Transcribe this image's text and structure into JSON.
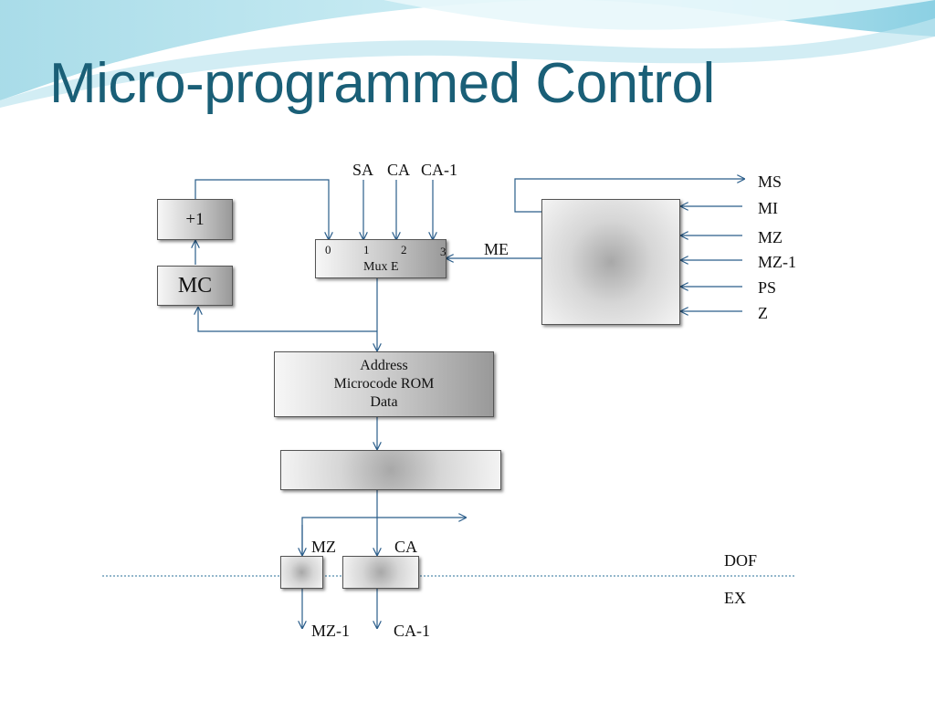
{
  "slide": {
    "title": "Micro-programmed Control"
  },
  "diagram": {
    "inc_box": "+1",
    "mc_box": "MC",
    "mux": {
      "inputs": [
        "0",
        "1",
        "2",
        "3"
      ],
      "label": "Mux E",
      "select": "ME"
    },
    "mux_top_inputs": [
      "SA",
      "CA",
      "CA-1"
    ],
    "rom": {
      "line1": "Address",
      "line2": "Microcode ROM",
      "line3": "Data"
    },
    "right_signals": [
      "MS",
      "MI",
      "MZ",
      "MZ-1",
      "PS",
      "Z"
    ],
    "mz_in": "MZ",
    "ca_in": "CA",
    "mz_out": "MZ-1",
    "ca_out": "CA-1",
    "stage_dof": "DOF",
    "stage_ex": "EX"
  },
  "colors": {
    "title": "#1a5f77",
    "wire": "#2a5d8a",
    "stage_line": "#2a6f9a"
  }
}
